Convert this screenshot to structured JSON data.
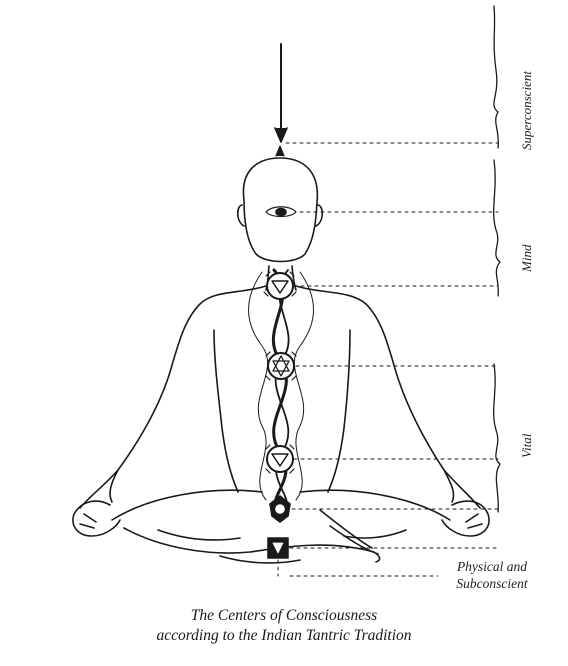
{
  "labels": {
    "superconscient": "Superconscient",
    "mind": "Mind",
    "vital": "Vital",
    "physical_line1": "Physical and",
    "physical_line2": "Subconscient"
  },
  "caption": {
    "line1": "The Centers of Consciousness",
    "line2": "according to the Indian Tantric Tradition"
  },
  "colors": {
    "ink": "#1a1a1a",
    "background": "#ffffff"
  }
}
